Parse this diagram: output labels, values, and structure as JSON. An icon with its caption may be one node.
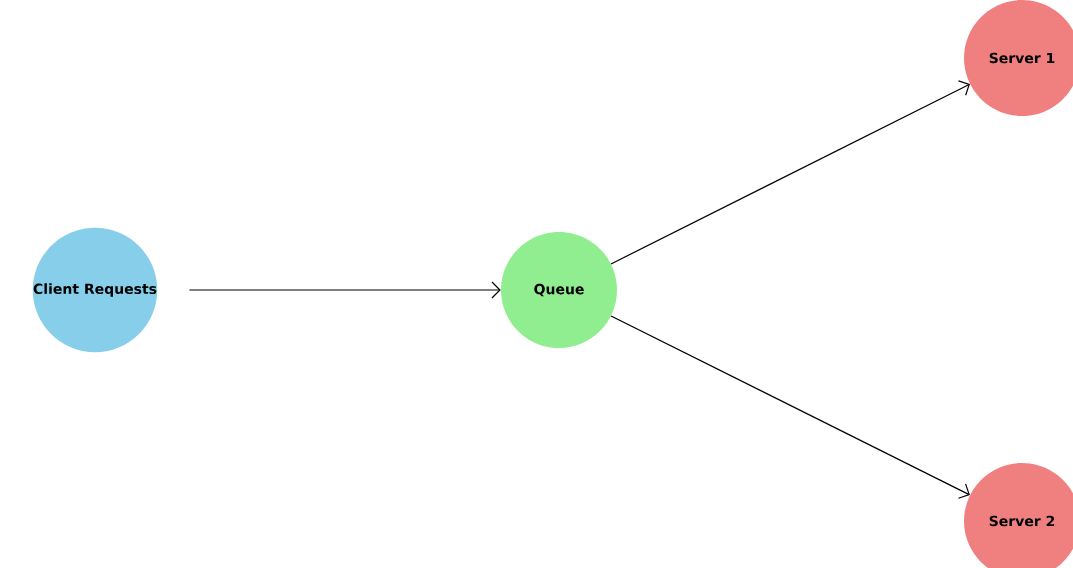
{
  "diagram": {
    "nodes": [
      {
        "text": [
          "Client Requests"
        ]
      },
      {
        "text": [
          "Queue"
        ]
      },
      {
        "text": [
          "Server 1"
        ]
      },
      {
        "text": [
          "Server 2"
        ]
      }
    ],
    "edges": [
      {
        "from": 0,
        "to": 1,
        "arrow": "to"
      },
      {
        "from": 1,
        "to": 2,
        "arrow": "to"
      },
      {
        "from": 1,
        "to": 3,
        "arrow": "to"
      }
    ]
  }
}
